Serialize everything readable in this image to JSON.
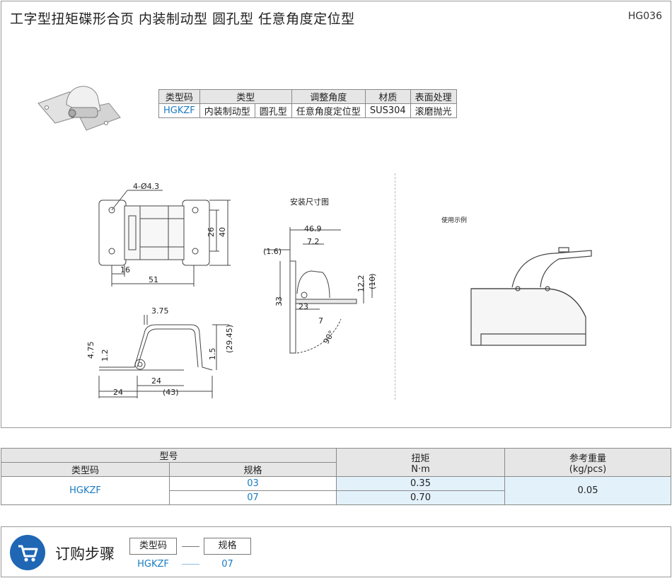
{
  "header": {
    "title": "工字型扭矩碟形合页  内装制动型  圆孔型  任意角度定位型",
    "code": "HG036"
  },
  "spec_table": {
    "headers": [
      "类型码",
      "类型",
      "调整角度",
      "材质",
      "表面处理"
    ],
    "row": {
      "type_code": "HGKZF",
      "type_a": "内装制动型",
      "type_b": "圆孔型",
      "angle": "任意角度定位型",
      "material": "SUS304",
      "surface": "滚磨抛光"
    }
  },
  "drawing": {
    "install_title": "安装尺寸图",
    "usage_title": "使用示例",
    "dims": {
      "hole": "4-Ø4.3",
      "d26": "26",
      "d40": "40",
      "d16": "16",
      "d51": "51",
      "d375": "3.75",
      "d475": "4.75",
      "d12": "1.2",
      "d15": "1.5",
      "d2945": "(29.45)",
      "d24a": "24",
      "d24b": "24",
      "d43": "(43)",
      "d469": "46.9",
      "d16b": "(1.6)",
      "d72": "7.2",
      "d33": "33",
      "d122": "12.2",
      "d10": "(10)",
      "d23": "23",
      "d7": "7",
      "d90": "90°"
    }
  },
  "model_table": {
    "group_header": "型号",
    "col_type_code": "类型码",
    "col_spec": "规格",
    "col_torque": "扭矩",
    "col_torque_unit": "N·m",
    "col_weight": "参考重量",
    "col_weight_unit": "(kg/pcs)",
    "type_code": "HGKZF",
    "rows": [
      {
        "spec": "03",
        "torque": "0.35"
      },
      {
        "spec": "07",
        "torque": "0.70"
      }
    ],
    "weight": "0.05"
  },
  "order": {
    "title": "订购步骤",
    "step1_label": "类型码",
    "step2_label": "规格",
    "step1_value": "HGKZF",
    "step2_value": "07",
    "icon": "cart-icon"
  }
}
